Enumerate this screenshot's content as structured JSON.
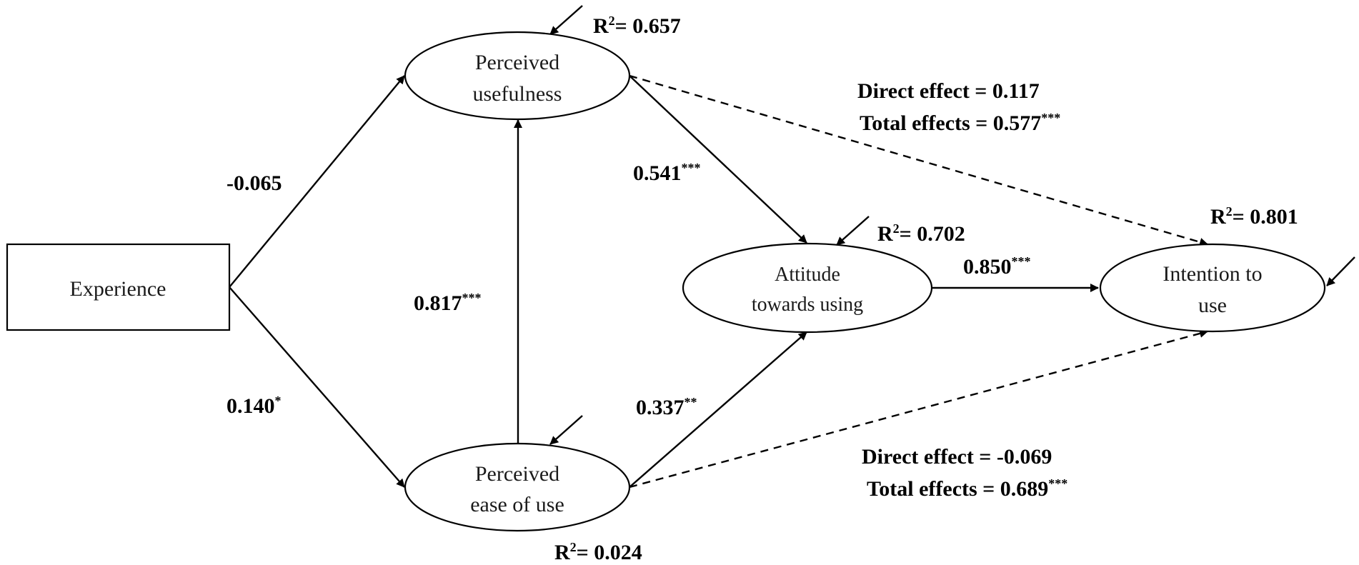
{
  "nodes": {
    "experience": "Experience",
    "perceived_usefulness": [
      "Perceived",
      "usefulness"
    ],
    "perceived_ease": [
      "Perceived",
      "ease of use"
    ],
    "attitude": [
      "Attitude",
      "towards using"
    ],
    "intention": [
      "Intention to",
      "use"
    ]
  },
  "r_squared": {
    "pu": {
      "label": "R",
      "sup": "2",
      "value": "= 0.657"
    },
    "peou": {
      "label": "R",
      "sup": "2",
      "value": "= 0.024"
    },
    "attitude": {
      "label": "R",
      "sup": "2",
      "value": "= 0.702"
    },
    "intention": {
      "label": "R",
      "sup": "2",
      "value": "=  0.801"
    }
  },
  "paths": {
    "exp_pu": {
      "value": "-0.065",
      "sig": ""
    },
    "exp_peou": {
      "value": "0.140",
      "sig": "*"
    },
    "peou_pu": {
      "value": "0.817",
      "sig": "***"
    },
    "pu_att": {
      "value": "0.541",
      "sig": "***"
    },
    "peou_att": {
      "value": "0.337",
      "sig": "**"
    },
    "att_int": {
      "value": "0.850",
      "sig": "***"
    }
  },
  "effects": {
    "pu_int": {
      "direct": "Direct effect  = 0.117",
      "total": "Total effects =  0.577",
      "total_sig": "***"
    },
    "peou_int": {
      "direct": "Direct effect  = -0.069",
      "total": "Total effects =  0.689",
      "total_sig": "***"
    }
  }
}
